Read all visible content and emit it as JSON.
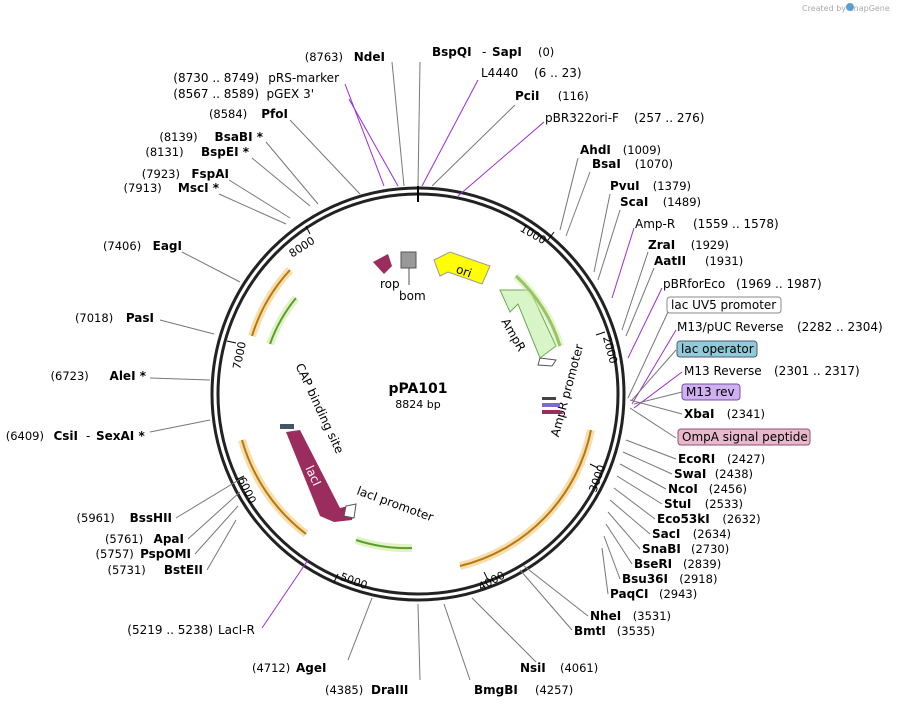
{
  "watermark": "Created by SnapGene",
  "plasmid": {
    "name": "pPA101",
    "size": "8824 bp"
  },
  "colors": {
    "primer": "#a02ad8",
    "ampR": "#d8f5c8",
    "ori": "#ffff00",
    "lacI": "#9b2d5e",
    "orange_feature": "#e8b050",
    "green_feature": "#5aa02c"
  },
  "enzymes": [
    {
      "name": "NdeI",
      "pos": "(8763)",
      "star": ""
    },
    {
      "name": "BspQI",
      "pos": "(0)",
      "star": "",
      "name2": "SapI"
    },
    {
      "name": "PciI",
      "pos": "(116)",
      "star": ""
    },
    {
      "name": "AhdI",
      "pos": "(1009)",
      "star": ""
    },
    {
      "name": "BsaI",
      "pos": "(1070)",
      "star": ""
    },
    {
      "name": "PvuI",
      "pos": "(1379)",
      "star": ""
    },
    {
      "name": "ScaI",
      "pos": "(1489)",
      "star": ""
    },
    {
      "name": "ZraI",
      "pos": "(1929)",
      "star": ""
    },
    {
      "name": "AatII",
      "pos": "(1931)",
      "star": ""
    },
    {
      "name": "XbaI",
      "pos": "(2341)",
      "star": ""
    },
    {
      "name": "EcoRI",
      "pos": "(2427)",
      "star": ""
    },
    {
      "name": "SwaI",
      "pos": "(2438)",
      "star": ""
    },
    {
      "name": "NcoI",
      "pos": "(2456)",
      "star": ""
    },
    {
      "name": "StuI",
      "pos": "(2533)",
      "star": ""
    },
    {
      "name": "Eco53kI",
      "pos": "(2632)",
      "star": ""
    },
    {
      "name": "SacI",
      "pos": "(2634)",
      "star": ""
    },
    {
      "name": "SnaBI",
      "pos": "(2730)",
      "star": ""
    },
    {
      "name": "BseRI",
      "pos": "(2839)",
      "star": ""
    },
    {
      "name": "Bsu36I",
      "pos": "(2918)",
      "star": ""
    },
    {
      "name": "PaqCI",
      "pos": "(2943)",
      "star": ""
    },
    {
      "name": "NheI",
      "pos": "(3531)",
      "star": ""
    },
    {
      "name": "BmtI",
      "pos": "(3535)",
      "star": ""
    },
    {
      "name": "NsiI",
      "pos": "(4061)",
      "star": ""
    },
    {
      "name": "BmgBI",
      "pos": "(4257)",
      "star": ""
    },
    {
      "name": "DraIII",
      "pos": "(4385)",
      "star": ""
    },
    {
      "name": "AgeI",
      "pos": "(4712)",
      "star": ""
    },
    {
      "name": "BstEII",
      "pos": "(5731)",
      "star": ""
    },
    {
      "name": "PspOMI",
      "pos": "(5757)",
      "star": ""
    },
    {
      "name": "ApaI",
      "pos": "(5761)",
      "star": ""
    },
    {
      "name": "BssHII",
      "pos": "(5961)",
      "star": ""
    },
    {
      "name": "CsiI",
      "pos": "(6409)",
      "star": "",
      "name2": "SexAI *"
    },
    {
      "name": "AleI *",
      "pos": "(6723)",
      "star": ""
    },
    {
      "name": "PasI",
      "pos": "(7018)",
      "star": ""
    },
    {
      "name": "EagI",
      "pos": "(7406)",
      "star": ""
    },
    {
      "name": "MscI *",
      "pos": "(7913)",
      "star": ""
    },
    {
      "name": "FspAI",
      "pos": "(7923)",
      "star": ""
    },
    {
      "name": "BspEI *",
      "pos": "(8131)",
      "star": ""
    },
    {
      "name": "BsaBI *",
      "pos": "(8139)",
      "star": ""
    },
    {
      "name": "PfoI",
      "pos": "(8584)",
      "star": ""
    }
  ],
  "primers": [
    {
      "name": "pRS-marker",
      "range": "(8730 .. 8749)"
    },
    {
      "name": "pGEX 3'",
      "range": "(8567 .. 8589)"
    },
    {
      "name": "L4440",
      "range": "(6 .. 23)"
    },
    {
      "name": "pBR322ori-F",
      "range": "(257 .. 276)"
    },
    {
      "name": "Amp-R",
      "range": "(1559 .. 1578)"
    },
    {
      "name": "pBRforEco",
      "range": "(1969 .. 1987)"
    },
    {
      "name": "M13/pUC Reverse",
      "range": "(2282 .. 2304)"
    },
    {
      "name": "M13 Reverse",
      "range": "(2301 .. 2317)"
    },
    {
      "name": "LacI-R",
      "range": "(5219 .. 5238)"
    }
  ],
  "boxed_features": [
    {
      "name": "lac UV5 promoter"
    },
    {
      "name": "lac operator"
    },
    {
      "name": "M13 rev"
    },
    {
      "name": "OmpA signal peptide"
    }
  ],
  "inner_labels": {
    "rop": "rop",
    "bom": "bom",
    "ori": "ori",
    "AmpR": "AmpR",
    "AmpR_promoter": "AmpR promoter",
    "lacI": "lacI",
    "lacI_promoter": "lacI promoter",
    "CAP": "CAP binding site"
  },
  "ticks": [
    "1000",
    "2000",
    "3000",
    "4000",
    "5000",
    "6000",
    "7000",
    "8000"
  ]
}
